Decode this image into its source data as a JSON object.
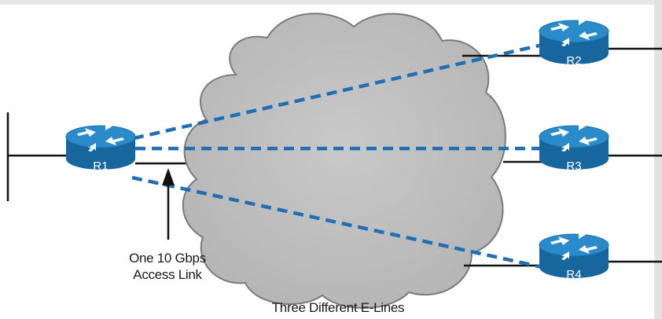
{
  "routers": {
    "r1": {
      "label": "R1"
    },
    "r2": {
      "label": "R2"
    },
    "r3": {
      "label": "R3"
    },
    "r4": {
      "label": "R4"
    }
  },
  "annotations": {
    "access_link_line1": "One 10 Gbps",
    "access_link_line2": "Access Link",
    "elines": "Three Different E-Lines"
  },
  "colors": {
    "router_body": "#1f7fbe",
    "eline_dash": "#1f6fb4",
    "cloud_fill": "#bdbdbd",
    "link_line": "#111111"
  },
  "icons": {
    "router": "router-icon",
    "arrow": "arrow-up-icon"
  }
}
